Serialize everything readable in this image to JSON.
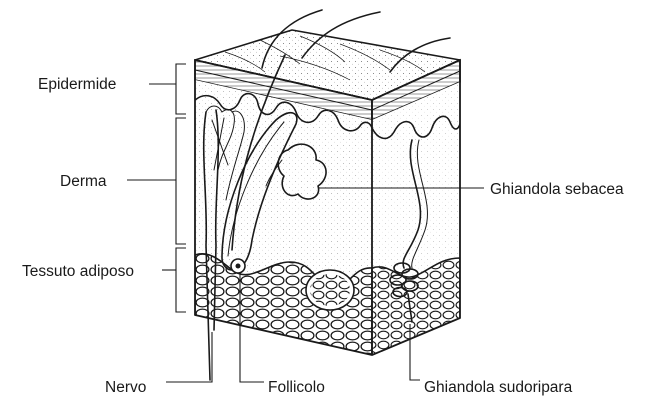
{
  "labels": {
    "epidermide": "Epidermide",
    "derma": "Derma",
    "tessuto_adiposo": "Tessuto adiposo",
    "ghiandola_sebacea": "Ghiandola sebacea",
    "nervo": "Nervo",
    "follicolo": "Follicolo",
    "ghiandola_sudoripara": "Ghiandola sudoripara"
  }
}
